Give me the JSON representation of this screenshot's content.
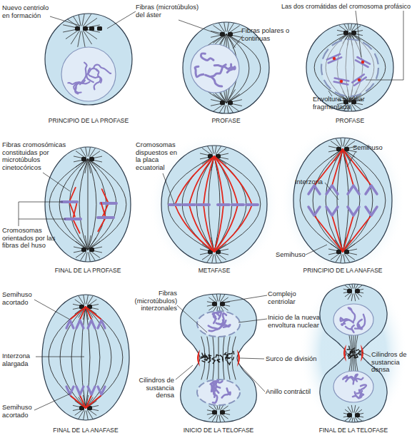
{
  "diagram": {
    "nodes": [
      {
        "text": [
          "PRINCIPIO DE LA PROFASE"
        ]
      },
      {
        "text": [
          "PROFASE"
        ]
      },
      {
        "text": [
          "PROFASE"
        ]
      },
      {
        "text": [
          "FINAL DE LA PROFASE"
        ]
      },
      {
        "text": [
          "METAFASE"
        ]
      },
      {
        "text": [
          "PRINCIPIO DE LA ANAFASE"
        ]
      },
      {
        "text": [
          "FINAL DE LA ANAFASE"
        ]
      },
      {
        "text": [
          "INICIO DE LA TELOFASE"
        ]
      },
      {
        "text": [
          "FINAL DE LA TELOFASE"
        ]
      }
    ],
    "labels": [
      "Nuevo centriolo en formación",
      "Fibras (microtúbulos) del áster",
      "Fibras polares o continuas",
      "Las dos cromátidas del cromosoma profásico",
      "Envoltura nuclear fragmentada",
      "Fibras cromosómicas constituidas por microtúbulos cinetocóricos",
      "Cromosomas orientados por las fibras del huso",
      "Cromosomas dispuestos en la placa ecuatorial",
      "Semihuso",
      "Interzona",
      "Semihuso",
      "Semihuso acortado",
      "Interzona alargada",
      "Semihuso acortado",
      "Fibras (microtúbulos) interzonales",
      "Complejo centriolar",
      "Inicio de la nueva envoltura nuclear",
      "Surco de división",
      "Cilindros de sustancia densa",
      "Anillo contráctil",
      "Cilindros de sustancia densa"
    ]
  }
}
